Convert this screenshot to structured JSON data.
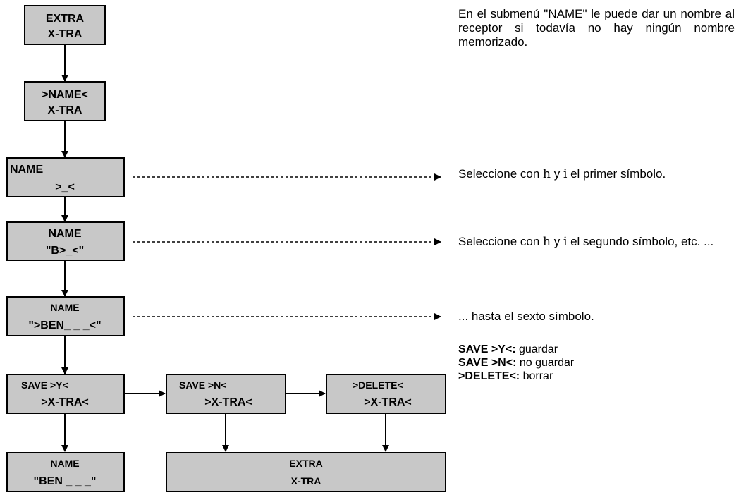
{
  "boxes": {
    "extra": {
      "line1": "EXTRA",
      "line2": "X-TRA"
    },
    "name_menu": {
      "line1": ">NAME<",
      "line2": "X-TRA"
    },
    "name_first": {
      "line1": "NAME",
      "line2": ">_<"
    },
    "name_second": {
      "line1": "NAME",
      "line2": "\"B>_<\""
    },
    "name_sixth": {
      "line1": "NAME",
      "line2": "\">BEN_ _ _<\""
    },
    "save_y": {
      "line1": "SAVE >Y<",
      "line2": ">X-TRA<"
    },
    "save_n": {
      "line1": "SAVE >N<",
      "line2": ">X-TRA<"
    },
    "delete": {
      "line1": ">DELETE<",
      "line2": ">X-TRA<"
    },
    "name_result": {
      "line1": "NAME",
      "line2": "\"BEN _ _ _\""
    },
    "extra_result": {
      "line1": "EXTRA",
      "line2": "X-TRA"
    }
  },
  "descriptions": {
    "intro": "En el submenú \"NAME\" le puede dar un nombre al receptor si todavía no hay ningún nombre memorizado.",
    "step1_pre": "Seleccione con ",
    "key_up": "h",
    "conj": " y ",
    "key_down": "i",
    "step1_post": "  el primer símbolo.",
    "step2_post": "  el segundo símbolo, etc. ...",
    "step3": "... hasta el sexto símbolo."
  },
  "legend": {
    "save_y_key": "SAVE >Y<:",
    "save_y_text": " guardar",
    "save_n_key": "SAVE >N<:",
    "save_n_text": " no guardar",
    "delete_key": ">DELETE<:",
    "delete_text": " borrar"
  }
}
